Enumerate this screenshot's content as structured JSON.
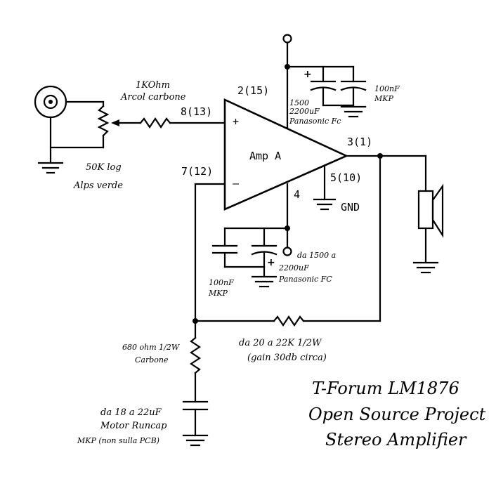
{
  "amp": {
    "name": "Amp A",
    "plus": "+",
    "minus": "–"
  },
  "pins": {
    "noninv": "8(13)",
    "inv": "7(12)",
    "vplus": "2(15)",
    "out": "3(1)",
    "gnd": "5(10)",
    "vminus": "4"
  },
  "ground_label": "GND",
  "input": {
    "resistor_value": "1KOhm",
    "resistor_type": "Arcol carbone",
    "pot_value": "50K log",
    "pot_type": "Alps verde"
  },
  "supply_pos": {
    "electrolytic_1": "1500",
    "electrolytic_2": "2200uF",
    "electrolytic_3": "Panasonic Fc",
    "film_1": "100nF",
    "film_2": "MKP"
  },
  "supply_neg": {
    "electrolytic_1": "da 1500 a",
    "electrolytic_2": "2200uF",
    "electrolytic_3": "Panasonic FC",
    "film_1": "100nF",
    "film_2": "MKP"
  },
  "feedback": {
    "resistor_1": "da 20 a 22K 1/2W",
    "resistor_2": "(gain 30db circa)"
  },
  "shunt": {
    "resistor_1": "680 ohm 1/2W",
    "resistor_2": "Carbone",
    "cap_1": "da 18 a 22uF",
    "cap_2": "Motor Runcap",
    "cap_3": "MKP (non sulla PCB)"
  },
  "title": {
    "line1": "T-Forum LM1876",
    "line2": "Open Source Project",
    "line3": "Stereo Amplifier"
  }
}
